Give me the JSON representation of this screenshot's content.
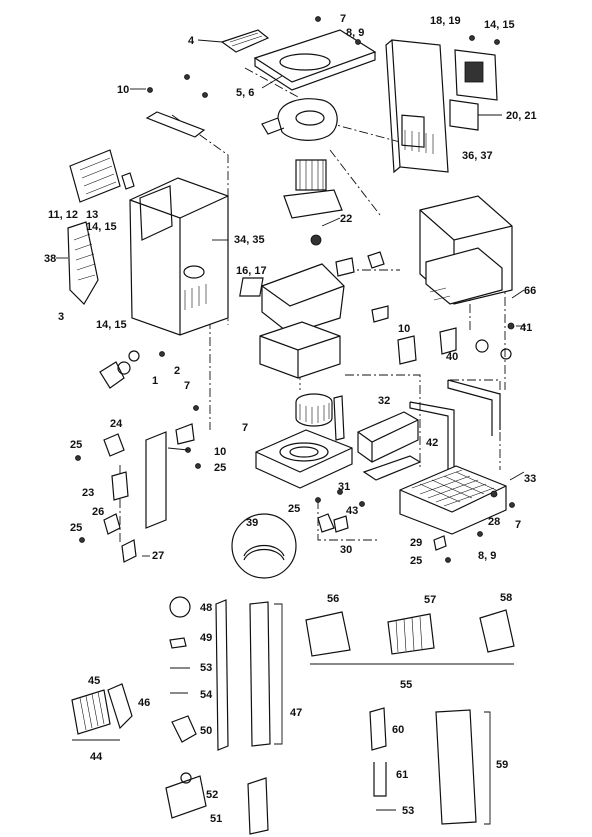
{
  "labels": [
    {
      "id": "p4",
      "text": "4"
    },
    {
      "id": "p7a",
      "text": "7"
    },
    {
      "id": "p8_9a",
      "text": "8, 9"
    },
    {
      "id": "p18_19",
      "text": "18, 19"
    },
    {
      "id": "p14_15a",
      "text": "14, 15"
    },
    {
      "id": "p10a",
      "text": "10"
    },
    {
      "id": "p5_6",
      "text": "5, 6"
    },
    {
      "id": "p20_21",
      "text": "20, 21"
    },
    {
      "id": "p36_37",
      "text": "36, 37"
    },
    {
      "id": "p11_12",
      "text": "11, 12"
    },
    {
      "id": "p13",
      "text": "13"
    },
    {
      "id": "p14_15b",
      "text": "14, 15"
    },
    {
      "id": "p22",
      "text": "22"
    },
    {
      "id": "p34_35",
      "text": "34, 35"
    },
    {
      "id": "p38",
      "text": "38"
    },
    {
      "id": "p16_17",
      "text": "16, 17"
    },
    {
      "id": "p66",
      "text": "66"
    },
    {
      "id": "p3",
      "text": "3"
    },
    {
      "id": "p14_15c",
      "text": "14, 15"
    },
    {
      "id": "p10b",
      "text": "10"
    },
    {
      "id": "p41",
      "text": "41"
    },
    {
      "id": "p40",
      "text": "40"
    },
    {
      "id": "p2",
      "text": "2"
    },
    {
      "id": "p1",
      "text": "1"
    },
    {
      "id": "p7b",
      "text": "7"
    },
    {
      "id": "p32",
      "text": "32"
    },
    {
      "id": "p24",
      "text": "24"
    },
    {
      "id": "p7c",
      "text": "7"
    },
    {
      "id": "p10c",
      "text": "10"
    },
    {
      "id": "p25a",
      "text": "25"
    },
    {
      "id": "p25b",
      "text": "25"
    },
    {
      "id": "p42",
      "text": "42"
    },
    {
      "id": "p33",
      "text": "33"
    },
    {
      "id": "p31",
      "text": "31"
    },
    {
      "id": "p23",
      "text": "23"
    },
    {
      "id": "p25c",
      "text": "25"
    },
    {
      "id": "p43",
      "text": "43"
    },
    {
      "id": "p26",
      "text": "26"
    },
    {
      "id": "p7d",
      "text": "7"
    },
    {
      "id": "p28",
      "text": "28"
    },
    {
      "id": "p25d",
      "text": "25"
    },
    {
      "id": "p39",
      "text": "39"
    },
    {
      "id": "p30",
      "text": "30"
    },
    {
      "id": "p29",
      "text": "29"
    },
    {
      "id": "p27",
      "text": "27"
    },
    {
      "id": "p8_9b",
      "text": "8, 9"
    },
    {
      "id": "p25e",
      "text": "25"
    },
    {
      "id": "p48",
      "text": "48"
    },
    {
      "id": "p56",
      "text": "56"
    },
    {
      "id": "p57",
      "text": "57"
    },
    {
      "id": "p58",
      "text": "58"
    },
    {
      "id": "p49",
      "text": "49"
    },
    {
      "id": "p53a",
      "text": "53"
    },
    {
      "id": "p45",
      "text": "45"
    },
    {
      "id": "p55",
      "text": "55"
    },
    {
      "id": "p46",
      "text": "46"
    },
    {
      "id": "p54",
      "text": "54"
    },
    {
      "id": "p47",
      "text": "47"
    },
    {
      "id": "p60",
      "text": "60"
    },
    {
      "id": "p50",
      "text": "50"
    },
    {
      "id": "p44",
      "text": "44"
    },
    {
      "id": "p59",
      "text": "59"
    },
    {
      "id": "p61",
      "text": "61"
    },
    {
      "id": "p52",
      "text": "52"
    },
    {
      "id": "p53b",
      "text": "53"
    },
    {
      "id": "p51",
      "text": "51"
    }
  ]
}
